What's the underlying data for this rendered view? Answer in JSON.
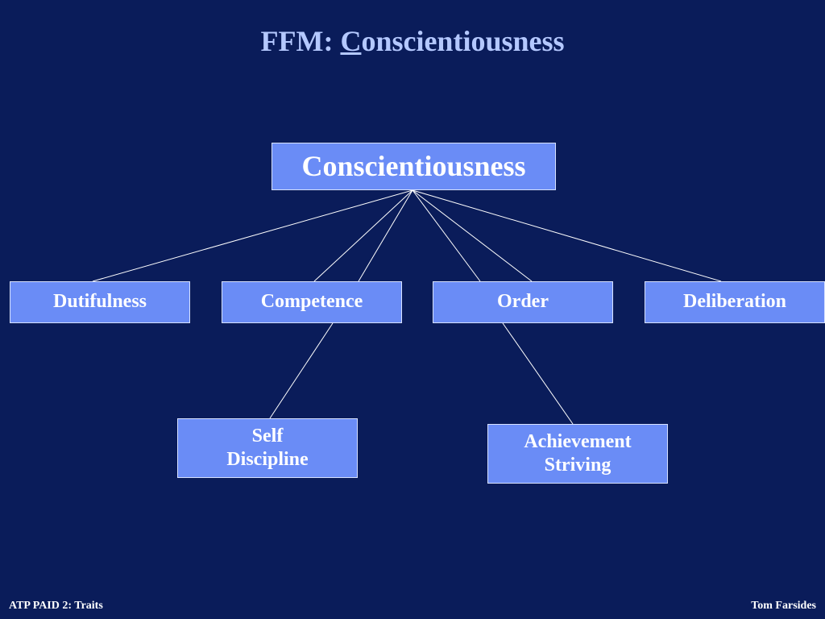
{
  "title": {
    "prefix": "FFM: ",
    "underlined_letter": "C",
    "rest": "onscientiousness"
  },
  "diagram": {
    "root": "Conscientiousness",
    "level1": [
      "Dutifulness",
      "Competence",
      "Order",
      "Deliberation"
    ],
    "level2": [
      {
        "line1": "Self",
        "line2": "Discipline"
      },
      {
        "line1": "Achievement",
        "line2": "Striving"
      }
    ]
  },
  "footer": {
    "left": "ATP PAID 2: Traits",
    "right": "Tom Farsides"
  },
  "colors": {
    "background": "#0a1c5a",
    "box": "#6a8cf6",
    "title": "#b4c8ff",
    "line": "#ffffff"
  }
}
